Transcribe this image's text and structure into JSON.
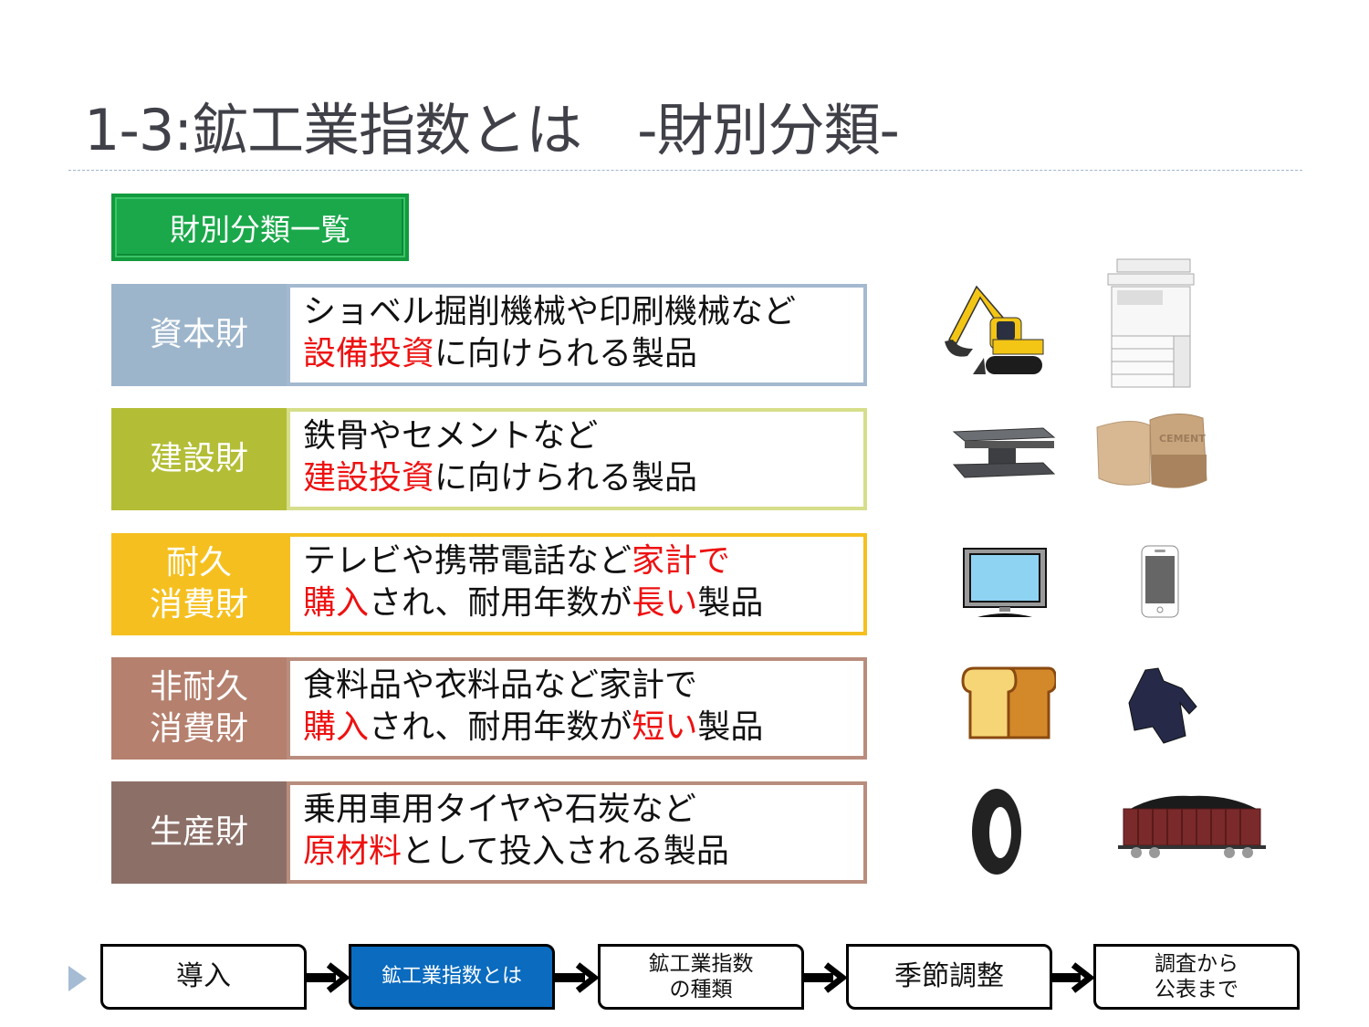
{
  "title": "1-3:鉱工業指数とは　-財別分類-",
  "list_header": "財別分類一覧",
  "rows": [
    {
      "category": "資本財",
      "line1": [
        {
          "t": "ショベル掘削機械や印刷機械など",
          "red": false
        }
      ],
      "line2": [
        {
          "t": "設備投資",
          "red": true
        },
        {
          "t": "に向けられる製品",
          "red": false
        }
      ],
      "cat_color": "#9db5cb",
      "border_color": "#a3b9cf",
      "icons": [
        "excavator-icon",
        "copier-icon"
      ]
    },
    {
      "category": "建設財",
      "line1": [
        {
          "t": "鉄骨やセメントなど",
          "red": false
        }
      ],
      "line2": [
        {
          "t": "建設投資",
          "red": true
        },
        {
          "t": "に向けられる製品",
          "red": false
        }
      ],
      "cat_color": "#b3be36",
      "border_color": "#d6de8a",
      "icons": [
        "steel-beam-icon",
        "cement-bags-icon"
      ]
    },
    {
      "category": "耐久\n消費財",
      "line1": [
        {
          "t": "テレビや携帯電話など",
          "red": false
        },
        {
          "t": "家計で",
          "red": true
        }
      ],
      "line2": [
        {
          "t": "購入",
          "red": true
        },
        {
          "t": "され、耐用年数が",
          "red": false
        },
        {
          "t": "長い",
          "red": true
        },
        {
          "t": "製品",
          "red": false
        }
      ],
      "cat_color": "#f5c01f",
      "border_color": "#f5c01f",
      "icons": [
        "tv-icon",
        "smartphone-icon"
      ]
    },
    {
      "category": "非耐久\n消費財",
      "line1": [
        {
          "t": "食料品や衣料品など家計で",
          "red": false
        }
      ],
      "line2": [
        {
          "t": "購入",
          "red": true
        },
        {
          "t": "され、耐用年数が",
          "red": false
        },
        {
          "t": "短い",
          "red": true
        },
        {
          "t": "製品",
          "red": false
        }
      ],
      "cat_color": "#b5806e",
      "border_color": "#b98d7d",
      "icons": [
        "bread-icon",
        "coat-icon"
      ]
    },
    {
      "category": "生産財",
      "line1": [
        {
          "t": "乗用車用タイヤや石炭など",
          "red": false
        }
      ],
      "line2": [
        {
          "t": "原材料",
          "red": true
        },
        {
          "t": "として投入される製品",
          "red": false
        }
      ],
      "cat_color": "#8c7068",
      "border_color": "#b98d7d",
      "icons": [
        "tire-icon",
        "coal-wagon-icon"
      ]
    }
  ],
  "nav": {
    "steps": [
      {
        "label": "導入",
        "active": false
      },
      {
        "label": "鉱工業指数とは",
        "active": true
      },
      {
        "label": "鉱工業指数\nの種類",
        "active": false
      },
      {
        "label": "季節調整",
        "active": false
      },
      {
        "label": "調査から\n公表まで",
        "active": false
      }
    ]
  },
  "colors": {
    "red_text": "#ee1111",
    "active_step": "#0a6bbf",
    "header_green": "#1aa84a"
  }
}
